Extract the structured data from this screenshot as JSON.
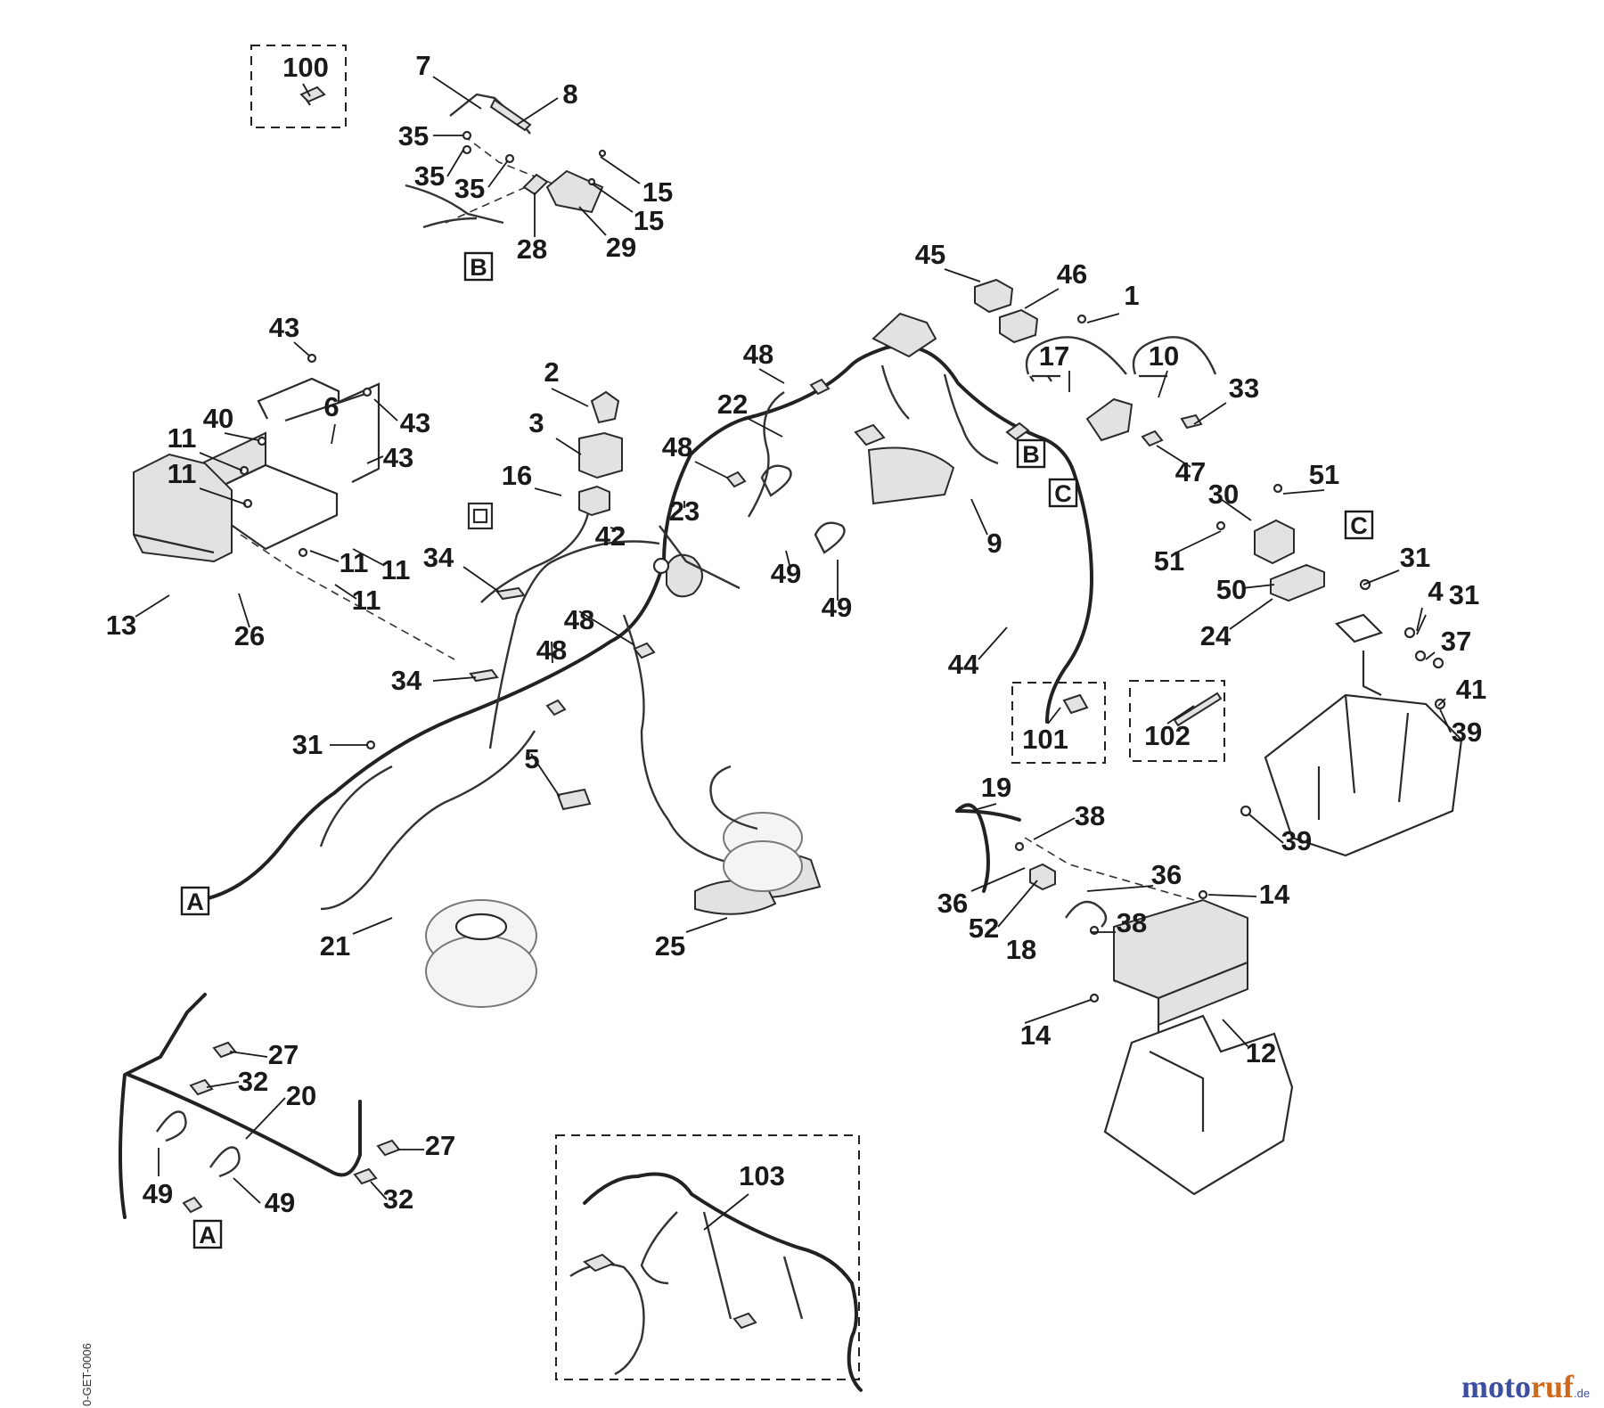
{
  "diagram": {
    "doc_code": "0-GET-0006",
    "labels": [
      "100",
      "7",
      "8",
      "35",
      "35",
      "35",
      "15",
      "15",
      "28",
      "29",
      "45",
      "46",
      "1",
      "17",
      "10",
      "33",
      "47",
      "43",
      "43",
      "43",
      "6",
      "40",
      "11",
      "11",
      "11",
      "11",
      "11",
      "13",
      "26",
      "2",
      "3",
      "16",
      "48",
      "22",
      "48",
      "23",
      "42",
      "49",
      "49",
      "9",
      "34",
      "34",
      "48",
      "48",
      "31",
      "5",
      "21",
      "25",
      "30",
      "51",
      "51",
      "31",
      "31",
      "50",
      "4",
      "24",
      "37",
      "41",
      "39",
      "39",
      "44",
      "101",
      "102",
      "19",
      "38",
      "36",
      "36",
      "52",
      "38",
      "14",
      "18",
      "14",
      "12",
      "27",
      "32",
      "20",
      "27",
      "32",
      "49",
      "49",
      "103"
    ],
    "ref_letters": [
      "B",
      "B",
      "C",
      "C",
      "A",
      "A"
    ],
    "logo": {
      "brand_a": "moto",
      "brand_b": "ruf",
      "tld": ".de",
      "color_a": "#3c4fa0",
      "color_b": "#cf6a1c"
    }
  }
}
